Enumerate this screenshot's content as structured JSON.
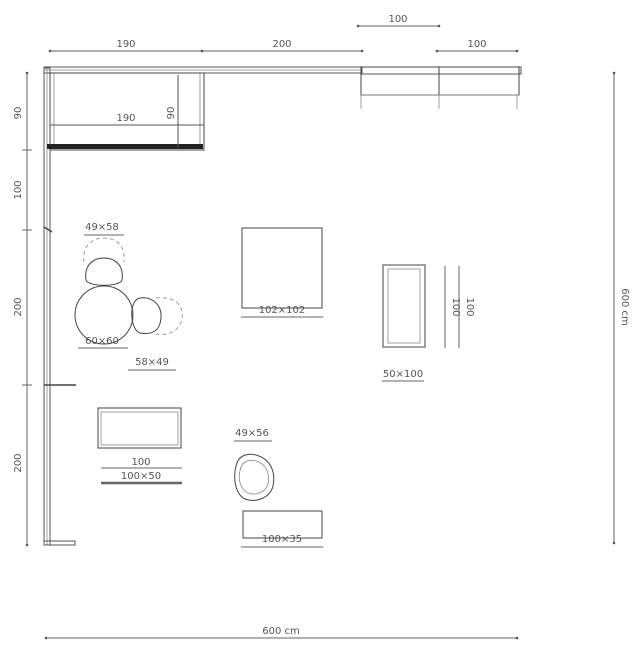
{
  "dimensions": {
    "top_sofa_left_width": "190",
    "top_sofa_middle_width": "200",
    "top_sofa_right_width": "100",
    "top_raised_width": "100",
    "sofa_depth_left": "90",
    "inner_sofa_width": "190",
    "inner_sofa_depth": "90",
    "wall_seg_1": "100",
    "wall_seg_2": "200",
    "wall_seg_3": "200",
    "total_height": "600 cm",
    "total_width": "600 cm"
  },
  "furniture": {
    "chair_top": "49×58",
    "round_table": "60×60",
    "chair_right": "58×49",
    "square_table": "102×102",
    "bench_right_len_outer": "100",
    "bench_right_len_inner": "100",
    "bench_right": "50×100",
    "cabinet_len": "100",
    "cabinet": "100×50",
    "chair_bottom": "49×56",
    "low_table": "100×35"
  }
}
